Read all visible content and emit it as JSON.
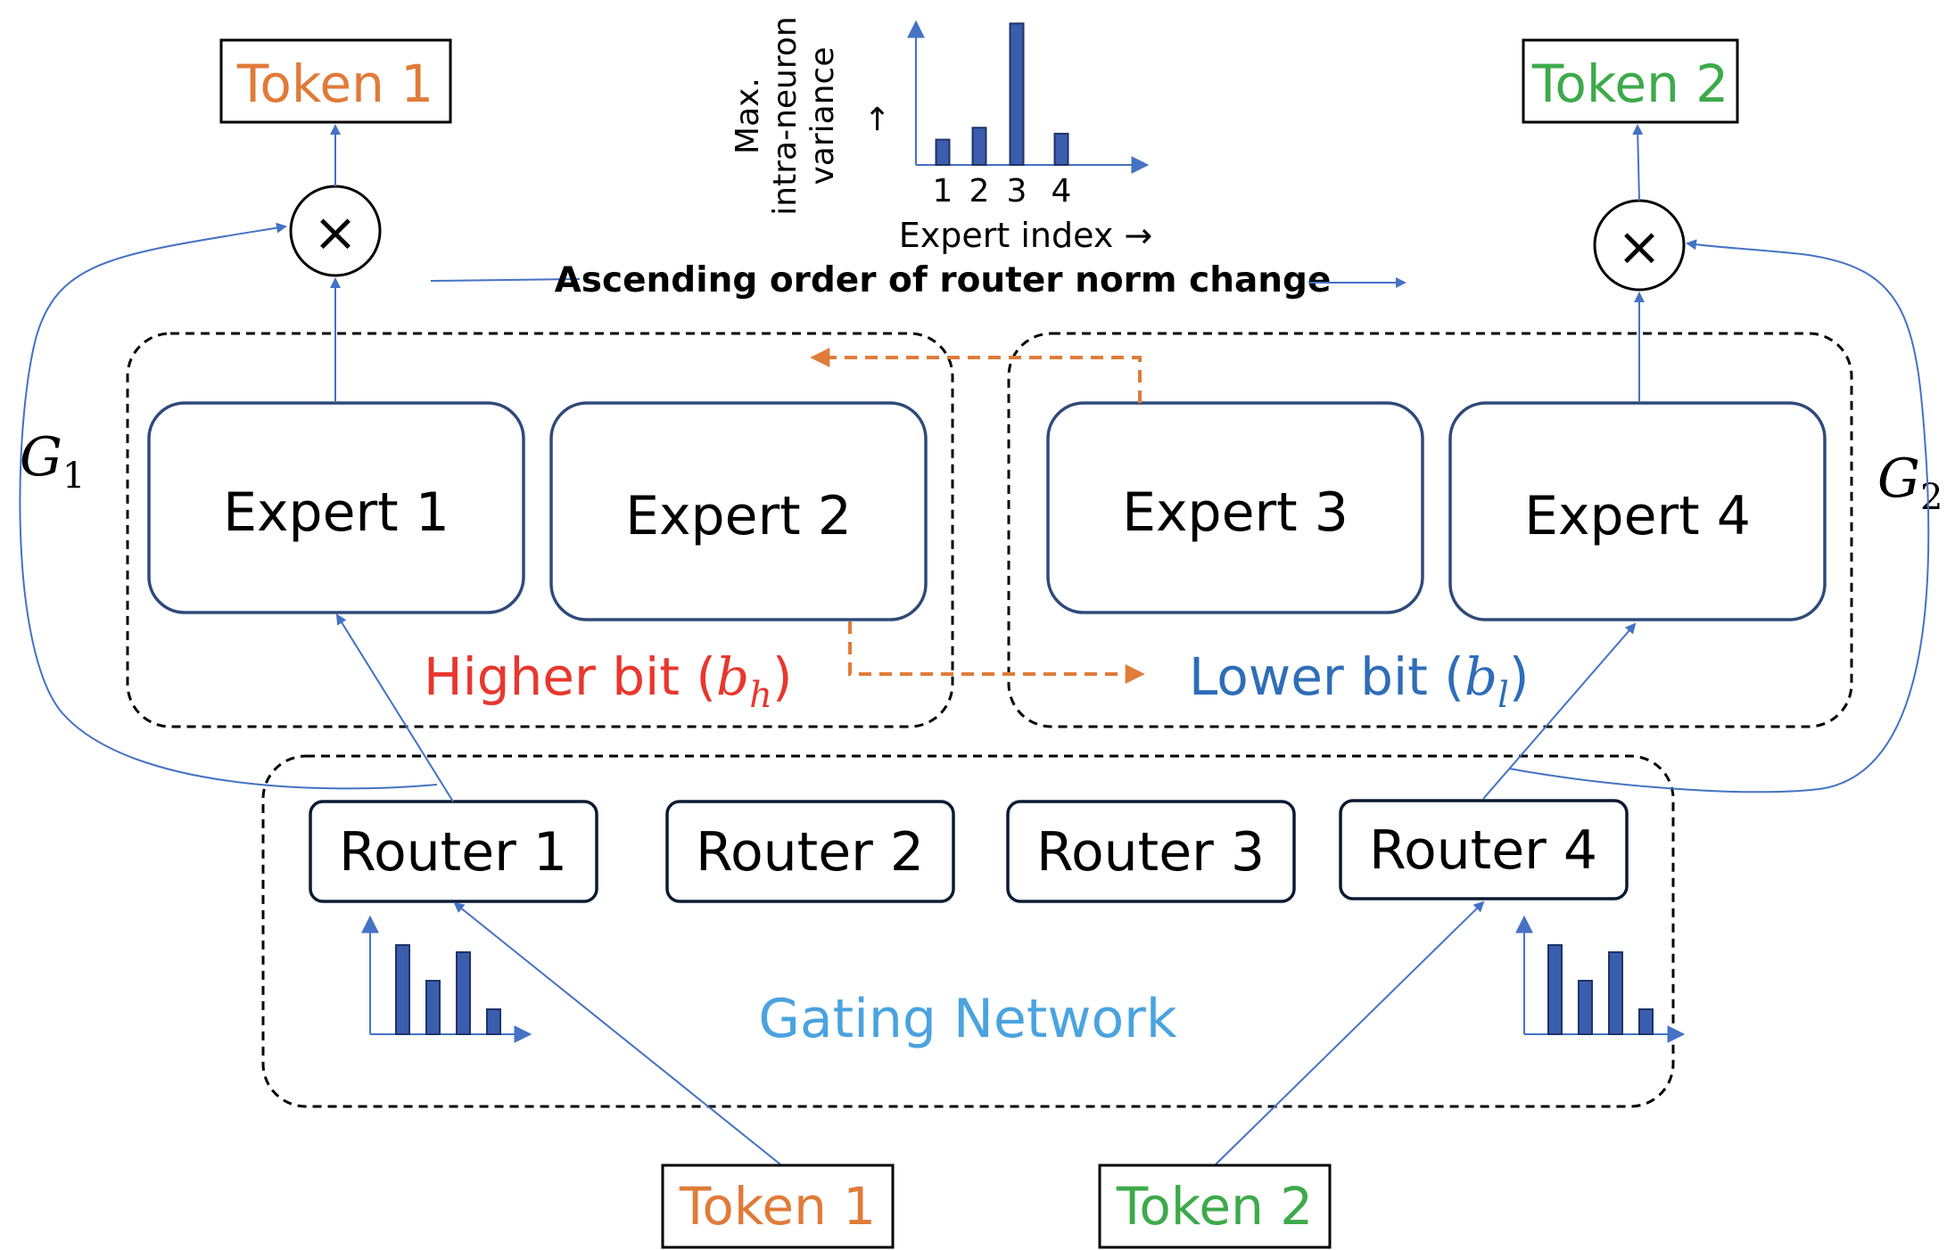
{
  "colors": {
    "orange": "#E07B39",
    "green": "#3DAA4A",
    "red": "#E8372E",
    "blue_text": "#2E6DB9",
    "light_blue_text": "#4AA3DF",
    "arrow_blue": "#4472C4",
    "box_border": "#2F4A7A",
    "bar_fill": "#3A5DAE"
  },
  "top": {
    "token1": "Token 1",
    "token2": "Token 2",
    "multiply_symbol": "×"
  },
  "gates": {
    "g1_base": "G",
    "g1_sub": "1",
    "g2_base": "G",
    "g2_sub": "2"
  },
  "variance_chart": {
    "ylabel_line1": "Max.",
    "ylabel_line2": "intra-neuron",
    "ylabel_line3": "variance",
    "ylabel_arrow": "→",
    "xlabel": "Expert index →",
    "ascending_label": "Ascending order of router norm change"
  },
  "chart_data": {
    "type": "bar",
    "categories": [
      "1",
      "2",
      "3",
      "4"
    ],
    "values": [
      1.7,
      2.5,
      9.5,
      2.1
    ],
    "ylim": [
      0,
      10
    ],
    "xlabel": "Expert index →",
    "ylabel": "Max. intra-neuron variance →",
    "grid": false,
    "legend": "none"
  },
  "experts": [
    {
      "label": "Expert 1"
    },
    {
      "label": "Expert 2"
    },
    {
      "label": "Expert 3"
    },
    {
      "label": "Expert 4"
    }
  ],
  "groups": {
    "higher_text": "Higher bit (",
    "higher_math_base": "b",
    "higher_math_sub": "h",
    "lower_text": "Lower bit (",
    "lower_math_base": "b",
    "lower_math_sub": "l",
    "close_paren": ")"
  },
  "routers": [
    {
      "label": "Router 1"
    },
    {
      "label": "Router 2"
    },
    {
      "label": "Router 3"
    },
    {
      "label": "Router 4"
    }
  ],
  "gating_network": "Gating Network",
  "router_histograms": {
    "left_values": [
      5,
      3,
      4.6,
      1.4
    ],
    "right_values": [
      5,
      3,
      4.6,
      1.4
    ]
  },
  "bottom": {
    "token1": "Token 1",
    "token2": "Token 2"
  }
}
